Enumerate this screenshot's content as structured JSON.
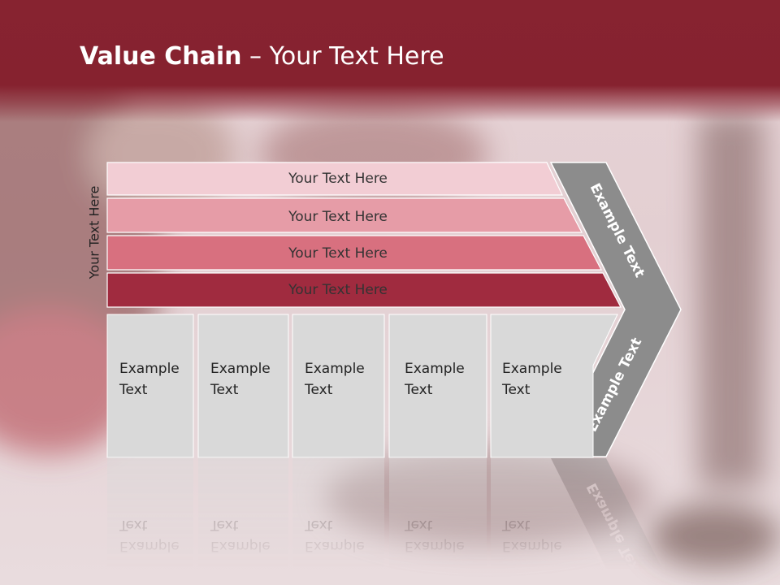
{
  "slide": {
    "title_bold": "Value Chain",
    "title_rest": " – Your Text Here",
    "vertical_label": "Your Text Here"
  },
  "bands": [
    {
      "label": "Your Text Here",
      "color": "#f2cdd4"
    },
    {
      "label": "Your Text Here",
      "color": "#e69ca7"
    },
    {
      "label": "Your Text Here",
      "color": "#d8707f"
    },
    {
      "label": "Your Text Here",
      "color": "#a02b3f"
    }
  ],
  "cells": [
    {
      "line1": "Example",
      "line2": "Text"
    },
    {
      "line1": "Example",
      "line2": "Text"
    },
    {
      "line1": "Example",
      "line2": "Text"
    },
    {
      "line1": "Example",
      "line2": "Text"
    },
    {
      "line1": "Example",
      "line2": "Text"
    }
  ],
  "chevron": {
    "upper_label": "Example Text",
    "lower_label": "Example Text",
    "color": "#8c8c8c"
  },
  "colors": {
    "header": "#872330",
    "cell_fill": "#d9d9d9"
  }
}
